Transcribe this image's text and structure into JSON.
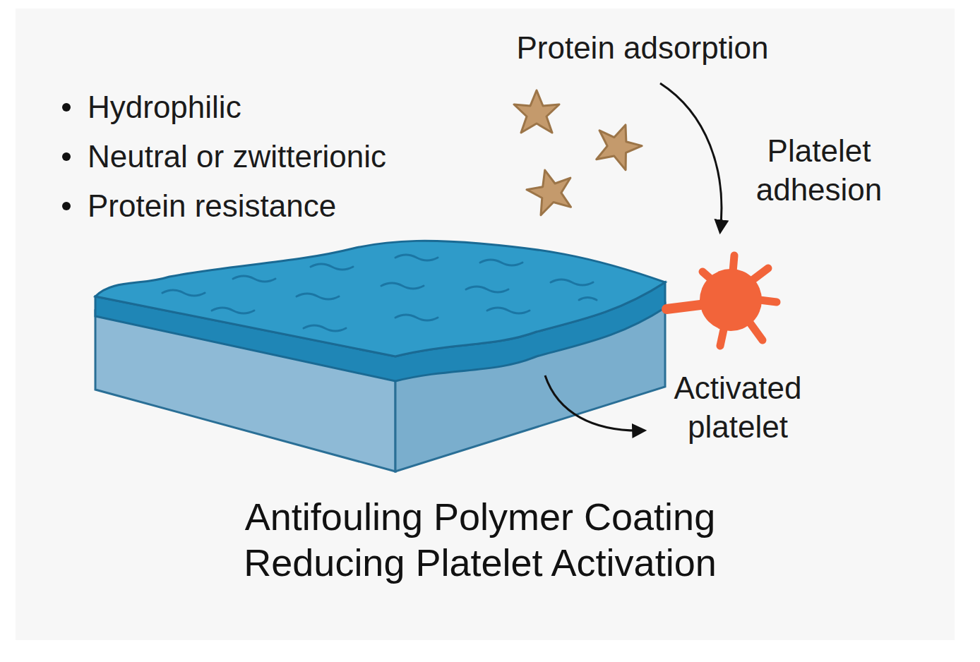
{
  "diagram": {
    "title": "Antifouling Polymer Coating Reducing Platelet Activation",
    "labels": [
      "Hydrophilic",
      "Neutral or zwitterionic",
      "Protein resistance",
      "Protein adsorption",
      "Platelet adhesion",
      "Activated platelet"
    ]
  }
}
